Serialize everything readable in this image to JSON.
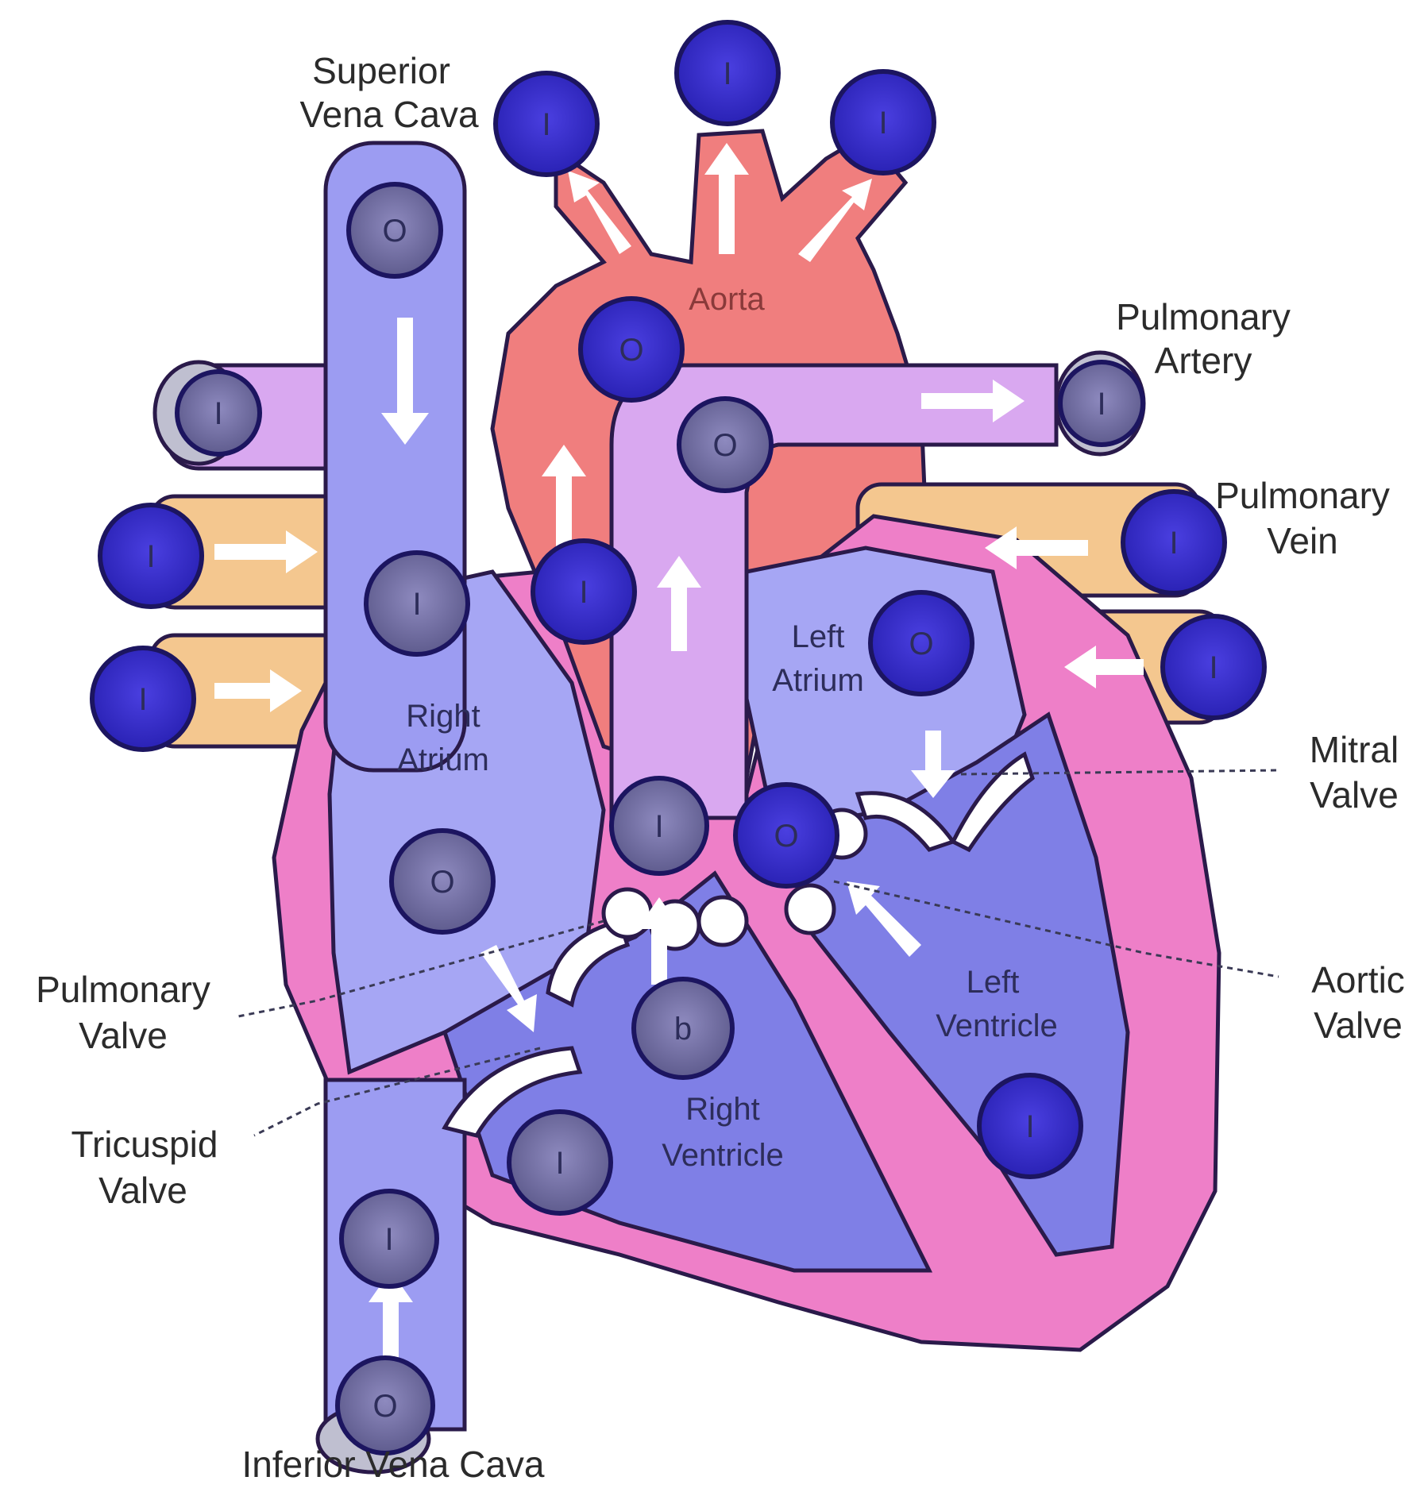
{
  "labels": {
    "superior_vena_cava_1": "Superior",
    "superior_vena_cava_2": "Vena Cava",
    "aorta": "Aorta",
    "pulmonary_artery_1": "Pulmonary",
    "pulmonary_artery_2": "Artery",
    "pulmonary_vein_1": "Pulmonary",
    "pulmonary_vein_2": "Vein",
    "left_atrium_1": "Left",
    "left_atrium_2": "Atrium",
    "right_atrium_1": "Right",
    "right_atrium_2": "Atrium",
    "mitral_valve_1": "Mitral",
    "mitral_valve_2": "Valve",
    "aortic_valve_1": "Aortic",
    "aortic_valve_2": "Valve",
    "pulmonary_valve_1": "Pulmonary",
    "pulmonary_valve_2": "Valve",
    "left_ventricle_1": "Left",
    "left_ventricle_2": "Ventricle",
    "tricuspid_valve_1": "Tricuspid",
    "tricuspid_valve_2": "Valve",
    "right_ventricle_1": "Right",
    "right_ventricle_2": "Ventricle",
    "inferior_vena_cava": "Inferior Vena Cava"
  },
  "markers": {
    "i": "I",
    "o": "O",
    "b": "b"
  },
  "colors": {
    "deoxygenated": "#9c9cf2",
    "oxygenated": "#f07e7e",
    "pulmonary_artery": "#d9a8f0",
    "pulmonary_vein": "#f4c78f",
    "heart_wall": "#ee7fc8",
    "ventricle": "#7f7fe6",
    "marker_dark": "#2f27c9",
    "marker_muted": "#6d6a9e",
    "outline": "#2a1a4a"
  }
}
